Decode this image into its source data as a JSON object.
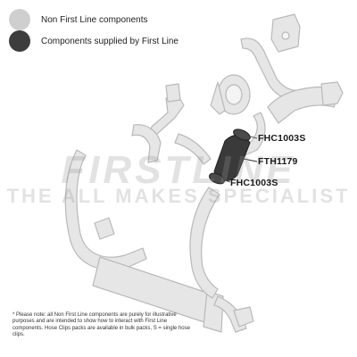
{
  "legend": {
    "non_first_line": {
      "label": "Non First Line components",
      "color": "#cfcfcf"
    },
    "first_line": {
      "label": "Components supplied by First Line",
      "color": "#3d3d3d"
    }
  },
  "parts": [
    {
      "code": "FHC1003S",
      "type": "hose-clip"
    },
    {
      "code": "FTH1179",
      "type": "turbo-hose"
    },
    {
      "code": "FHC1003S",
      "type": "hose-clip"
    }
  ],
  "watermark": {
    "line1": "FIRSTLINE",
    "line2": "THE ALL MAKES SPECIALIST"
  },
  "disclaimer": "* Please note: all Non First Line components are purely for illustrative purposes and are intended to show how to interact with First Line components. Hose Clips packs are available in bulk packs, S = single hose clips.",
  "colors": {
    "ghost_fill": "#e6e6e6",
    "ghost_stroke": "#b9b9b9",
    "part_fill": "#3a3a3a",
    "leader": "#333333"
  }
}
